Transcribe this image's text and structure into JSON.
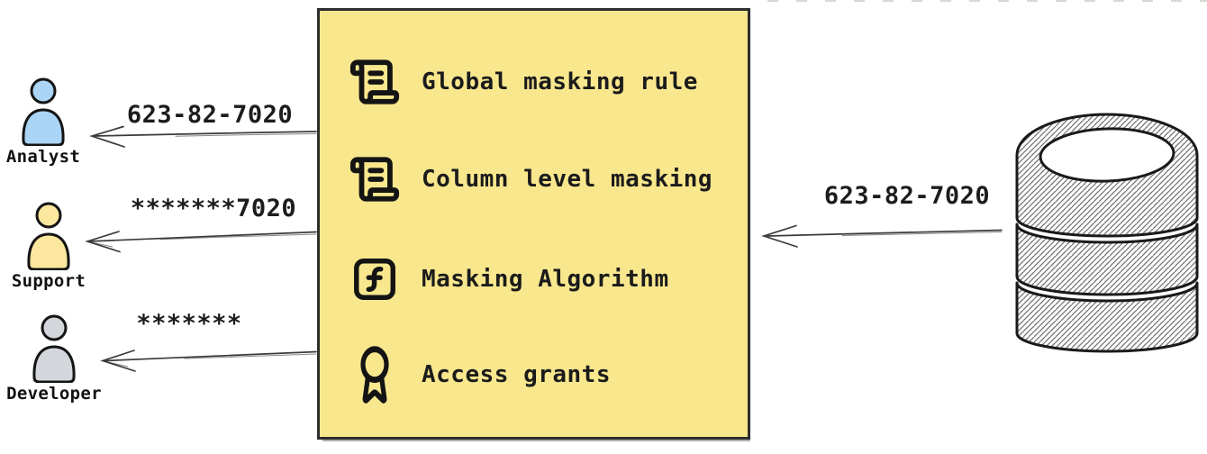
{
  "diagram": {
    "title_hint": "data masking flow",
    "personas": [
      {
        "label": "Analyst",
        "fill": "#aad5f6",
        "masked_value": "623-82-7020"
      },
      {
        "label": "Support",
        "fill": "#fbe79e",
        "masked_value": "*******7020"
      },
      {
        "label": "Developer",
        "fill": "#d3d7db",
        "masked_value": "*******"
      }
    ],
    "masking_box": {
      "background": "#f9e78e",
      "border_color": "#2d2d2d",
      "items": [
        {
          "icon": "scroll-text-icon",
          "label": "Global masking rule"
        },
        {
          "icon": "scroll-text-icon",
          "label": "Column level masking"
        },
        {
          "icon": "function-square-icon",
          "label": "Masking Algorithm"
        },
        {
          "icon": "award-icon",
          "label": "Access grants"
        }
      ]
    },
    "database": {
      "icon": "database-icon",
      "original_value": "623-82-7020"
    }
  }
}
